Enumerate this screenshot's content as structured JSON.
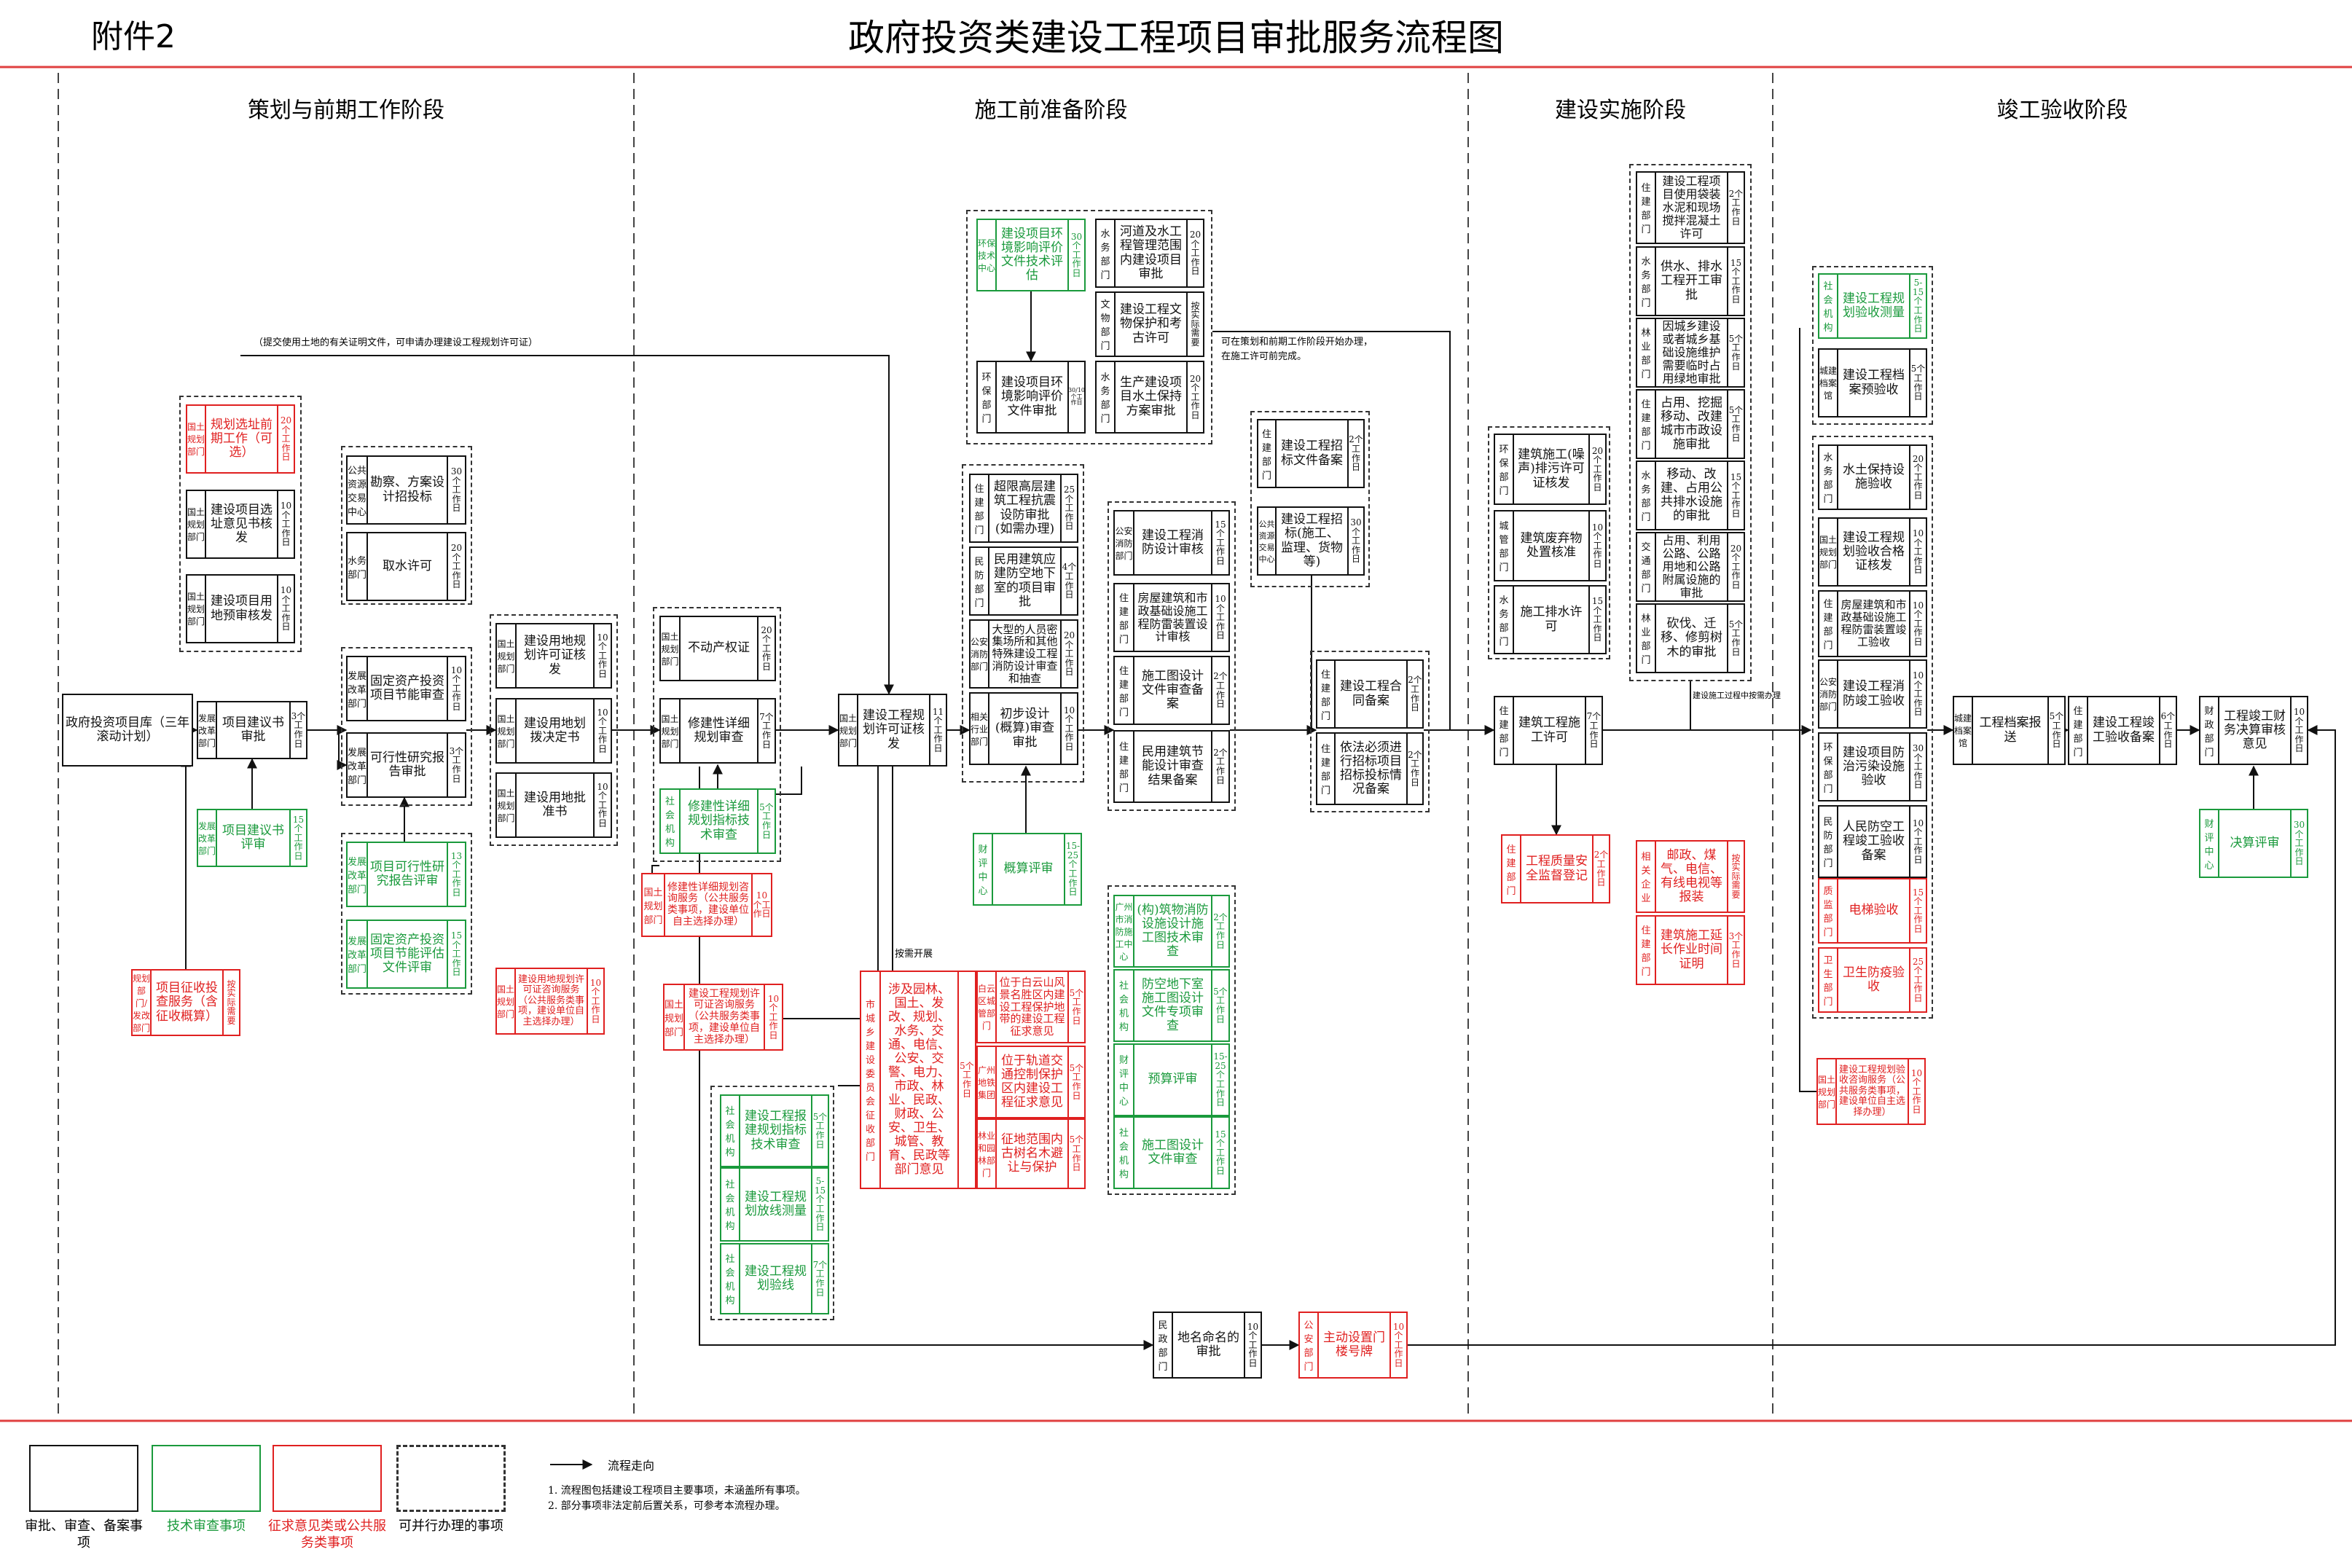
{
  "header": {
    "annex": "附件2",
    "title": "政府投资类建设工程项目审批服务流程图"
  },
  "phases": [
    {
      "label": "策划与前期工作阶段"
    },
    {
      "label": "施工前准备阶段"
    },
    {
      "label": "建设实施阶段"
    },
    {
      "label": "竣工验收阶段"
    }
  ],
  "colors": {
    "black": "#111111",
    "green": "#1a9a3c",
    "red": "#e02020",
    "grey": "#333333",
    "sep": "#e04040"
  },
  "boxes": [
    {
      "id": "b01",
      "c": "k",
      "d": "",
      "n": "政府投资项目库（三年滚动计划）",
      "t": ""
    },
    {
      "id": "b02",
      "c": "k",
      "d": "发展改革部门",
      "n": "项目建议书审批",
      "t": "3个工作日"
    },
    {
      "id": "b03",
      "c": "g",
      "d": "发展改革部门",
      "n": "项目建议书评审",
      "t": "15个工作日"
    },
    {
      "id": "b04",
      "c": "r",
      "d": "规划部门/发改部门",
      "n": "项目征收投查服务（含征收概算）",
      "t": "按实际需要"
    },
    {
      "id": "b05",
      "c": "r",
      "d": "国土规划部门",
      "n": "规划选址前期工作（可选）",
      "t": "20个工作日"
    },
    {
      "id": "b06",
      "c": "k",
      "d": "国土规划部门",
      "n": "建设项目选址意见书核发",
      "t": "10个工作日"
    },
    {
      "id": "b07",
      "c": "k",
      "d": "国土规划部门",
      "n": "建设项目用地预审核发",
      "t": "10个工作日"
    },
    {
      "id": "b08",
      "c": "k",
      "d": "公共资源交易中心",
      "n": "勘察、方案设计招投标",
      "t": "30个工作日"
    },
    {
      "id": "b09",
      "c": "k",
      "d": "水务部门",
      "n": "取水许可",
      "t": "20个工作日"
    },
    {
      "id": "b10",
      "c": "k",
      "d": "发展改革部门",
      "n": "固定资产投资项目节能审查",
      "t": "10个工作日"
    },
    {
      "id": "b11",
      "c": "k",
      "d": "发展改革部门",
      "n": "可行性研究报告审批",
      "t": "3个工作日"
    },
    {
      "id": "b12",
      "c": "g",
      "d": "发展改革部门",
      "n": "项目可行性研究报告评审",
      "t": "13个工作日"
    },
    {
      "id": "b13",
      "c": "g",
      "d": "发展改革部门",
      "n": "固定资产投资项目节能评估文件评审",
      "t": "15个工作日"
    },
    {
      "id": "b14",
      "c": "k",
      "d": "国土规划部门",
      "n": "建设用地规划许可证核发",
      "t": "10个工作日"
    },
    {
      "id": "b15",
      "c": "k",
      "d": "国土规划部门",
      "n": "建设用地划拨决定书",
      "t": "10个工作日"
    },
    {
      "id": "b16",
      "c": "k",
      "d": "国土规划部门",
      "n": "建设用地批准书",
      "t": "10个工作日"
    },
    {
      "id": "b17",
      "c": "r",
      "d": "国土规划部门",
      "n": "建设用地规划许可证咨询服务（公共服务类事项，建设单位自主选择办理）",
      "t": "10个工作日"
    },
    {
      "id": "b18",
      "c": "k",
      "d": "国土规划部门",
      "n": "不动产权证",
      "t": "20个工作日"
    },
    {
      "id": "b19",
      "c": "k",
      "d": "国土规划部门",
      "n": "修建性详细规划审查",
      "t": "7个工作日"
    },
    {
      "id": "b20",
      "c": "g",
      "d": "社会机构",
      "n": "修建性详细规划指标技术审查",
      "t": "5个工作日"
    },
    {
      "id": "b21",
      "c": "r",
      "d": "国土规划部门",
      "n": "修建性详细规划咨询服务（公共服务类事项，建设单位自主选择办理）",
      "t": "10个工作日"
    },
    {
      "id": "b22",
      "c": "r",
      "d": "国土规划部门",
      "n": "建设工程规划许可证咨询服务（公共服务类事项，建设单位自主选择办理）",
      "t": "10个工作日"
    },
    {
      "id": "b23",
      "c": "k",
      "d": "国土规划部门",
      "n": "建设工程规划许可证核发",
      "t": "11个工作日"
    },
    {
      "id": "b24",
      "c": "g",
      "d": "社会机构",
      "n": "建设工程报建规划指标技术审查",
      "t": "5个工作日"
    },
    {
      "id": "b25",
      "c": "g",
      "d": "社会机构",
      "n": "建设工程规划放线测量",
      "t": "5-15个工作日"
    },
    {
      "id": "b26",
      "c": "g",
      "d": "社会机构",
      "n": "建设工程规划验线",
      "t": "7个工作日"
    },
    {
      "id": "b27",
      "c": "g",
      "d": "环保技术中心",
      "n": "建设项目环境影响评价文件技术评估",
      "t": "30个工作日"
    },
    {
      "id": "b28",
      "c": "k",
      "d": "环保部门",
      "n": "建设项目环境影响评价文件审批",
      "t": "30/10个工作日"
    },
    {
      "id": "b29",
      "c": "k",
      "d": "水务部门",
      "n": "河道及水工程管理范围内建设项目审批",
      "t": "20个工作日"
    },
    {
      "id": "b30",
      "c": "k",
      "d": "文物部门",
      "n": "建设工程文物保护和考古许可",
      "t": "按实际需要"
    },
    {
      "id": "b31",
      "c": "k",
      "d": "水务部门",
      "n": "生产建设项目水土保持方案审批",
      "t": "20个工作日"
    },
    {
      "id": "b32",
      "c": "k",
      "d": "住建部门",
      "n": "超限高层建筑工程抗震设防审批(如需办理)",
      "t": "25个工作日"
    },
    {
      "id": "b33",
      "c": "k",
      "d": "民防部门",
      "n": "民用建筑应建防空地下室的项目审批",
      "t": "4个工作日"
    },
    {
      "id": "b34",
      "c": "k",
      "d": "公安消防部门",
      "n": "大型的人员密集场所和其他特殊建设工程消防设计审查和抽查",
      "t": "20个工作日"
    },
    {
      "id": "b35",
      "c": "k",
      "d": "相关行业部门",
      "n": "初步设计(概算)审查审批",
      "t": "10个工作日"
    },
    {
      "id": "b36",
      "c": "g",
      "d": "财评中心",
      "n": "概算评审",
      "t": "15-25个工作日"
    },
    {
      "id": "b37",
      "c": "k",
      "d": "公安消防部门",
      "n": "建设工程消防设计审核",
      "t": "15个工作日"
    },
    {
      "id": "b38",
      "c": "k",
      "d": "住建部门",
      "n": "房屋建筑和市政基础设施工程防雷装置设计审核",
      "t": "10个工作日"
    },
    {
      "id": "b39",
      "c": "k",
      "d": "住建部门",
      "n": "施工图设计文件审查备案",
      "t": "2个工作日"
    },
    {
      "id": "b40",
      "c": "k",
      "d": "住建部门",
      "n": "民用建筑节能设计审查结果备案",
      "t": "2个工作日"
    },
    {
      "id": "b41",
      "c": "g",
      "d": "广州市消防施工中心",
      "n": "(构)筑物消防设施设计施工图技术审查",
      "t": "2个工作日"
    },
    {
      "id": "b42",
      "c": "g",
      "d": "社会机构",
      "n": "防空地下室施工图设计文件专项审查",
      "t": "5个工作日"
    },
    {
      "id": "b43",
      "c": "g",
      "d": "财评中心",
      "n": "预算评审",
      "t": "15-25个工作日"
    },
    {
      "id": "b44",
      "c": "g",
      "d": "社会机构",
      "n": "施工图设计文件审查",
      "t": "15个工作日"
    },
    {
      "id": "b45",
      "c": "r",
      "d": "市城乡建设委员会征收部门",
      "n": "涉及园林、国土、发改、规划、水务、交通、电信、公安、交警、电力、市政、林业、民政、财政、公安、卫生、城管、教育、民政等部门意见",
      "t": "5个工作日"
    },
    {
      "id": "b46",
      "c": "r",
      "d": "白云区城管部门",
      "n": "位于白云山风景名胜区内建设工程保护地带的建设工程征求意见",
      "t": "5个工作日"
    },
    {
      "id": "b47",
      "c": "r",
      "d": "广州地铁集团",
      "n": "位于轨道交通控制保护区内建设工程征求意见",
      "t": "5个工作日"
    },
    {
      "id": "b48",
      "c": "r",
      "d": "林业和园林部门",
      "n": "征地范围内古树名木避让与保护",
      "t": "5个工作日"
    },
    {
      "id": "b49",
      "c": "k",
      "d": "住建部门",
      "n": "建设工程招标文件备案",
      "t": "2个工作日"
    },
    {
      "id": "b50",
      "c": "k",
      "d": "公共资源交易中心",
      "n": "建设工程招标(施工、监理、货物等)",
      "t": "30个工作日"
    },
    {
      "id": "b51",
      "c": "k",
      "d": "住建部门",
      "n": "建设工程合同备案",
      "t": "2个工作日"
    },
    {
      "id": "b52",
      "c": "k",
      "d": "住建部门",
      "n": "依法必须进行招标项目招标投标情况备案",
      "t": "2个工作日"
    },
    {
      "id": "b53",
      "c": "k",
      "d": "民政部门",
      "n": "地名命名的审批",
      "t": "10个工作日"
    },
    {
      "id": "b54",
      "c": "r",
      "d": "公安部门",
      "n": "主动设置门楼号牌",
      "t": "10个工作日"
    },
    {
      "id": "b55",
      "c": "k",
      "d": "环保部门",
      "n": "建筑施工(噪声)排污许可证核发",
      "t": "20个工作日"
    },
    {
      "id": "b56",
      "c": "k",
      "d": "城管部门",
      "n": "建筑废弃物处置核准",
      "t": "10个工作日"
    },
    {
      "id": "b57",
      "c": "k",
      "d": "水务部门",
      "n": "施工排水许可",
      "t": "15个工作日"
    },
    {
      "id": "b58",
      "c": "k",
      "d": "住建部门",
      "n": "建筑工程施工许可",
      "t": "7个工作日"
    },
    {
      "id": "b59",
      "c": "r",
      "d": "住建部门",
      "n": "工程质量安全监督登记",
      "t": "2个工作日"
    },
    {
      "id": "b60",
      "c": "k",
      "d": "住建部门",
      "n": "建设工程项目使用袋装水泥和现场搅拌混凝土许可",
      "t": "2个工作日"
    },
    {
      "id": "b61",
      "c": "k",
      "d": "水务部门",
      "n": "供水、排水工程开工审批",
      "t": "15个工作日"
    },
    {
      "id": "b62",
      "c": "k",
      "d": "林业部门",
      "n": "因城乡建设或者城乡基础设施维护需要临时占用绿地审批",
      "t": "5个工作日"
    },
    {
      "id": "b63",
      "c": "k",
      "d": "住建部门",
      "n": "占用、挖掘移动、改建城市市政设施审批",
      "t": "5个工作日"
    },
    {
      "id": "b64",
      "c": "k",
      "d": "水务部门",
      "n": "移动、改建、占用公共排水设施的审批",
      "t": "15个工作日"
    },
    {
      "id": "b65",
      "c": "k",
      "d": "交通部门",
      "n": "占用、利用公路、公路用地和公路附属设施的审批",
      "t": "20个工作日"
    },
    {
      "id": "b66",
      "c": "k",
      "d": "林业部门",
      "n": "砍伐、迁移、修剪树木的审批",
      "t": "5个工作日"
    },
    {
      "id": "b67",
      "c": "r",
      "d": "相关企业",
      "n": "邮政、煤气、电信、有线电视等报装",
      "t": "按实际需要"
    },
    {
      "id": "b68",
      "c": "r",
      "d": "住建部门",
      "n": "建筑施工延长作业时间证明",
      "t": "3个工作日"
    },
    {
      "id": "b69",
      "c": "g",
      "d": "社会机构",
      "n": "建设工程规划验收测量",
      "t": "5-15个工作日"
    },
    {
      "id": "b70",
      "c": "k",
      "d": "城建档案馆",
      "n": "建设工程档案预验收",
      "t": "5个工作日"
    },
    {
      "id": "b71",
      "c": "k",
      "d": "水务部门",
      "n": "水土保持设施验收",
      "t": "20个工作日"
    },
    {
      "id": "b72",
      "c": "k",
      "d": "国土规划部门",
      "n": "建设工程规划验收合格证核发",
      "t": "10个工作日"
    },
    {
      "id": "b73",
      "c": "k",
      "d": "住建部门",
      "n": "房屋建筑和市政基础设施工程防雷装置竣工验收",
      "t": "10个工作日"
    },
    {
      "id": "b74",
      "c": "k",
      "d": "公安消防部门",
      "n": "建设工程消防竣工验收",
      "t": "10个工作日"
    },
    {
      "id": "b75",
      "c": "k",
      "d": "环保部门",
      "n": "建设项目防治污染设施验收",
      "t": "30个工作日"
    },
    {
      "id": "b76",
      "c": "k",
      "d": "民防部门",
      "n": "人民防空工程竣工验收备案",
      "t": "10个工作日"
    },
    {
      "id": "b77",
      "c": "r",
      "d": "质监部门",
      "n": "电梯验收",
      "t": "15个工作日"
    },
    {
      "id": "b78",
      "c": "r",
      "d": "卫生部门",
      "n": "卫生防疫验收",
      "t": "25个工作日"
    },
    {
      "id": "b79",
      "c": "r",
      "d": "国土规划部门",
      "n": "建设工程规划验收咨询服务（公共服务类事项，建设单位自主选择办理）",
      "t": "10个工作日"
    },
    {
      "id": "b80",
      "c": "k",
      "d": "城建档案馆",
      "n": "工程档案报送",
      "t": "5个工作日"
    },
    {
      "id": "b81",
      "c": "k",
      "d": "住建部门",
      "n": "建设工程竣工验收备案",
      "t": "6个工作日"
    },
    {
      "id": "b82",
      "c": "k",
      "d": "财政部门",
      "n": "工程竣工财务决算审核意见",
      "t": "10个工作日"
    },
    {
      "id": "b83",
      "c": "g",
      "d": "财评中心",
      "n": "决算评审",
      "t": "30个工作日"
    }
  ],
  "notes": [
    {
      "id": "n1",
      "text": "（提交使用土地的有关证明文件，可申请办理建设工程规划许可证）"
    },
    {
      "id": "n2",
      "text": "可在策划和前期工作阶段开始办理，"
    },
    {
      "id": "n3",
      "text": "在施工许可前完成。"
    },
    {
      "id": "n4",
      "text": "按需开展"
    },
    {
      "id": "n5",
      "text": "建设施工过程中按需办理"
    }
  ],
  "legend": {
    "items": [
      {
        "label": "审批、审查、备案事项",
        "color": "black"
      },
      {
        "label": "技术审查事项",
        "color": "green"
      },
      {
        "label": "征求意见类或公共服务类事项",
        "color": "red"
      },
      {
        "label": "可并行办理的事项",
        "color": "grey"
      }
    ],
    "flow_label": "流程走向",
    "note1": "1. 流程图包括建设工程项目主要事项，未涵盖所有事项。",
    "note2": "2. 部分事项非法定前后置关系，可参考本流程办理。"
  }
}
